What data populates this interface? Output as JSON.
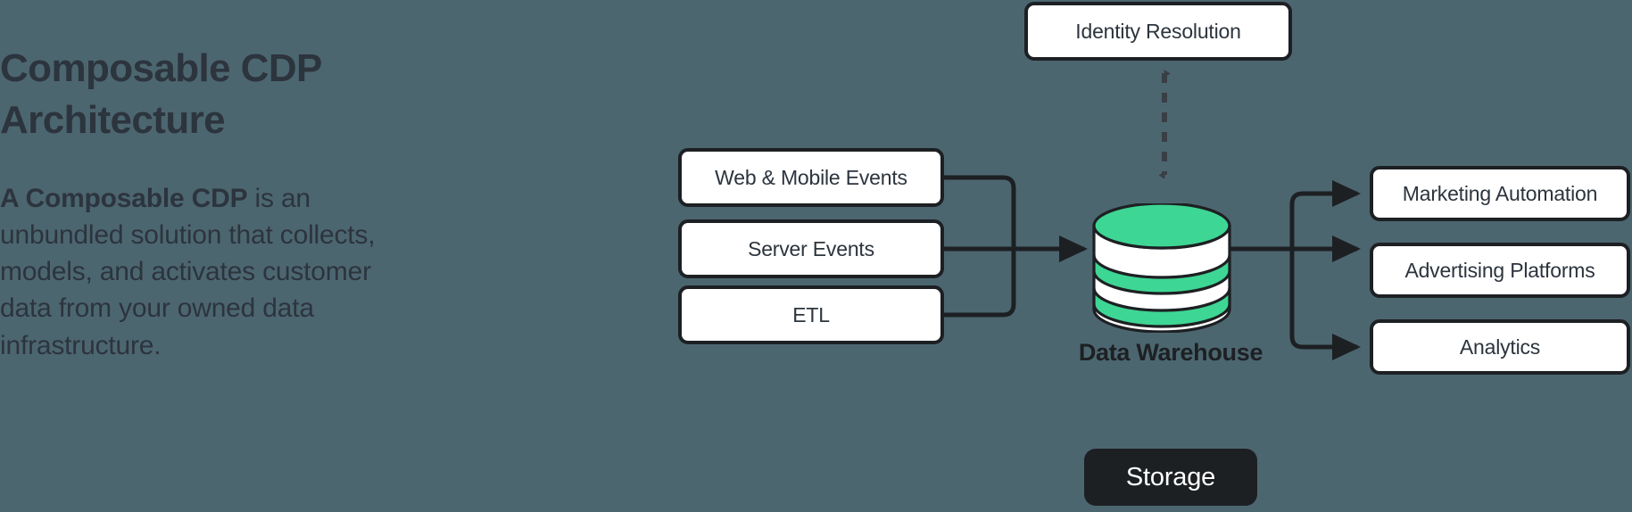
{
  "theme": {
    "background": "#4c6670",
    "ink": "#1d2023",
    "text": "#2c343d",
    "box_fill": "#ffffff",
    "accent_green": "#3ed694",
    "badge_fill": "#1d2023",
    "badge_text": "#ffffff"
  },
  "intro": {
    "title": "Composable CDP Architecture",
    "lead": "A Composable CDP",
    "body": " is an unbundled solution that collects, models, and activates customer data from your owned data infrastructure."
  },
  "diagram": {
    "sources": [
      {
        "label": "Web & Mobile Events"
      },
      {
        "label": "Server Events"
      },
      {
        "label": "ETL"
      }
    ],
    "top_node": {
      "label": "Identity Resolution"
    },
    "warehouse": {
      "label": "Data Warehouse",
      "icon": "database-cylinder-icon",
      "badge": "Storage"
    },
    "destinations": [
      {
        "label": "Marketing Automation"
      },
      {
        "label": "Advertising Platforms"
      },
      {
        "label": "Analytics"
      }
    ],
    "connectors": [
      {
        "name": "sources-to-warehouse",
        "style": "solid",
        "arrowheads": "end"
      },
      {
        "name": "identity-to-warehouse",
        "style": "dashed",
        "arrowheads": "both"
      },
      {
        "name": "warehouse-to-destinations",
        "style": "solid",
        "arrowheads": "end"
      }
    ]
  }
}
